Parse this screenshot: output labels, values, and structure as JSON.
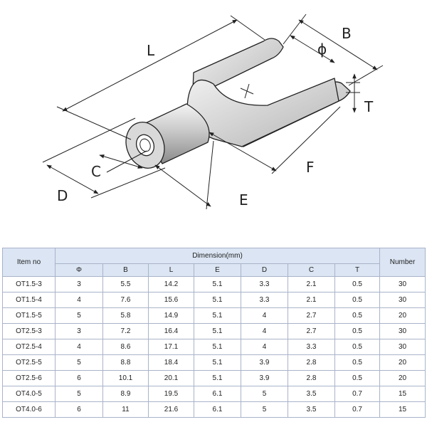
{
  "diagram": {
    "labels": {
      "L": "L",
      "B": "B",
      "phi": "ϕ",
      "T": "T",
      "C": "C",
      "D": "D",
      "E": "E",
      "F": "F"
    }
  },
  "table": {
    "item_header": "Item no",
    "dimension_header": "Dimension(mm)",
    "number_header": "Number",
    "dimension_columns": [
      "Φ",
      "B",
      "L",
      "E",
      "D",
      "C",
      "T"
    ],
    "rows": [
      {
        "item": "OT1.5-3",
        "dims": [
          "3",
          "5.5",
          "14.2",
          "5.1",
          "3.3",
          "2.1",
          "0.5"
        ],
        "number": "30"
      },
      {
        "item": "OT1.5-4",
        "dims": [
          "4",
          "7.6",
          "15.6",
          "5.1",
          "3.3",
          "2.1",
          "0.5"
        ],
        "number": "30"
      },
      {
        "item": "OT1.5-5",
        "dims": [
          "5",
          "5.8",
          "14.9",
          "5.1",
          "4",
          "2.7",
          "0.5"
        ],
        "number": "20"
      },
      {
        "item": "OT2.5-3",
        "dims": [
          "3",
          "7.2",
          "16.4",
          "5.1",
          "4",
          "2.7",
          "0.5"
        ],
        "number": "30"
      },
      {
        "item": "OT2.5-4",
        "dims": [
          "4",
          "8.6",
          "17.1",
          "5.1",
          "4",
          "3.3",
          "0.5"
        ],
        "number": "30"
      },
      {
        "item": "OT2.5-5",
        "dims": [
          "5",
          "8.8",
          "18.4",
          "5.1",
          "3.9",
          "2.8",
          "0.5"
        ],
        "number": "20"
      },
      {
        "item": "OT2.5-6",
        "dims": [
          "6",
          "10.1",
          "20.1",
          "5.1",
          "3.9",
          "2.8",
          "0.5"
        ],
        "number": "20"
      },
      {
        "item": "OT4.0-5",
        "dims": [
          "5",
          "8.9",
          "19.5",
          "6.1",
          "5",
          "3.5",
          "0.7"
        ],
        "number": "15"
      },
      {
        "item": "OT4.0-6",
        "dims": [
          "6",
          "11",
          "21.6",
          "6.1",
          "5",
          "3.5",
          "0.7"
        ],
        "number": "15"
      }
    ]
  }
}
